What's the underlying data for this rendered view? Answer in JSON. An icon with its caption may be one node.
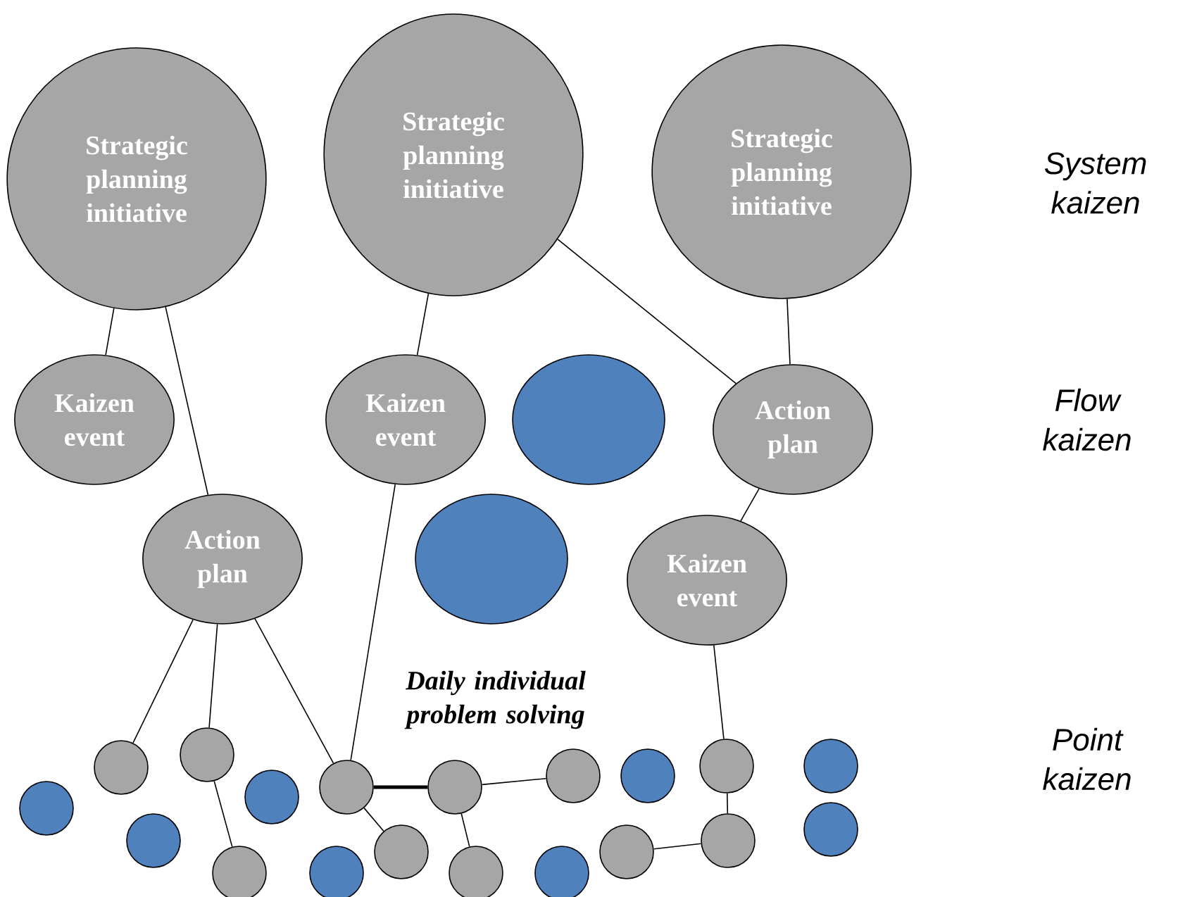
{
  "diagram": {
    "nodes": [
      {
        "text": [
          "Strategic planning initiative"
        ]
      },
      {
        "text": [
          "Strategic planning initiative"
        ]
      },
      {
        "text": [
          "Strategic planning initiative"
        ]
      },
      {
        "text": [
          "Kaizen event"
        ]
      },
      {
        "text": [
          "Kaizen event"
        ]
      },
      {
        "text": [],
        "shape": "circle"
      },
      {
        "text": [
          "Action plan"
        ]
      },
      {
        "text": [
          "Action plan"
        ]
      },
      {
        "text": [],
        "shape": "circle"
      },
      {
        "text": [
          "Kaizen event"
        ]
      },
      {
        "text": [],
        "shape": "circle"
      },
      {
        "text": [],
        "shape": "circle"
      },
      {
        "text": [],
        "shape": "circle"
      },
      {
        "text": [],
        "shape": "circle"
      },
      {
        "text": [],
        "shape": "circle"
      },
      {
        "text": [],
        "shape": "circle"
      },
      {
        "text": [],
        "shape": "circle"
      },
      {
        "text": [],
        "shape": "circle"
      },
      {
        "text": [],
        "shape": "circle"
      },
      {
        "text": [],
        "shape": "circle"
      },
      {
        "text": [],
        "shape": "circle"
      },
      {
        "text": [],
        "shape": "circle"
      },
      {
        "text": [],
        "shape": "circle"
      },
      {
        "text": [],
        "shape": "circle"
      },
      {
        "text": [],
        "shape": "circle"
      },
      {
        "text": [],
        "shape": "circle"
      },
      {
        "text": [],
        "shape": "circle"
      },
      {
        "text": [],
        "shape": "circle"
      },
      {
        "text": [],
        "shape": "circle"
      }
    ],
    "edges": [
      {
        "from": 0,
        "to": 3,
        "arrow": "none"
      },
      {
        "from": 0,
        "to": 7,
        "arrow": "none"
      },
      {
        "from": 1,
        "to": 4,
        "arrow": "none"
      },
      {
        "from": 1,
        "to": 6,
        "arrow": "none"
      },
      {
        "from": 2,
        "to": 6,
        "arrow": "none"
      },
      {
        "from": 6,
        "to": 9,
        "arrow": "none"
      },
      {
        "from": 7,
        "to": 11,
        "arrow": "none"
      },
      {
        "from": 7,
        "to": 13,
        "arrow": "none"
      },
      {
        "from": 7,
        "to": 17,
        "arrow": "none"
      },
      {
        "from": 4,
        "to": 17,
        "arrow": "none"
      },
      {
        "from": 13,
        "to": 14,
        "arrow": "none"
      },
      {
        "from": 17,
        "to": 19,
        "arrow": "none",
        "style": "thick"
      },
      {
        "from": 17,
        "to": 18,
        "arrow": "none"
      },
      {
        "from": 19,
        "to": 22,
        "arrow": "none"
      },
      {
        "from": 19,
        "to": 20,
        "arrow": "none"
      },
      {
        "from": 9,
        "to": 26,
        "arrow": "none"
      },
      {
        "from": 26,
        "to": 25,
        "arrow": "none"
      },
      {
        "from": 25,
        "to": 23,
        "arrow": "none"
      }
    ],
    "labels": [
      "Daily individual problem solving",
      "System kaizen",
      "Flow kaizen",
      "Point kaizen"
    ]
  }
}
